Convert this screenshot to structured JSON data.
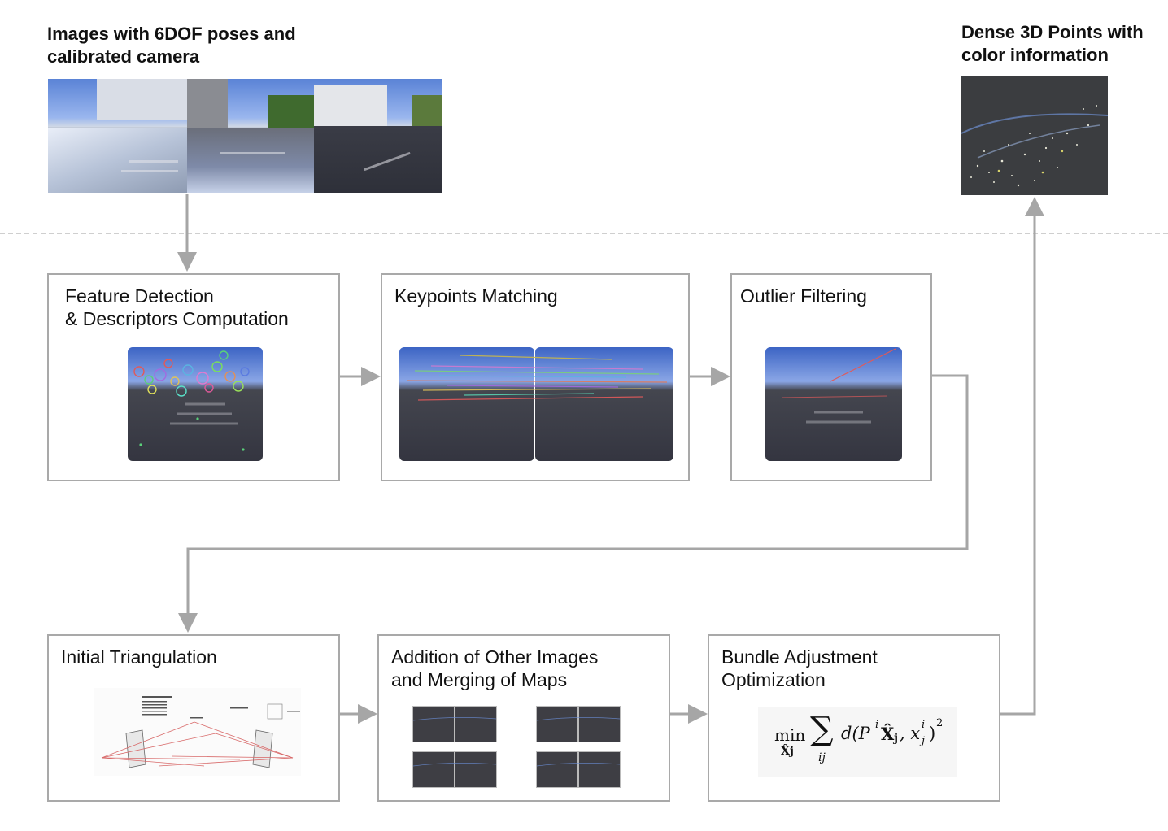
{
  "input": {
    "heading_line1": "Images with 6DOF poses and",
    "heading_line2": "calibrated camera"
  },
  "output": {
    "heading_line1": "Dense 3D Points with",
    "heading_line2": "color information"
  },
  "steps": {
    "feature_detection": {
      "line1": "Feature Detection",
      "line2": "& Descriptors Computation"
    },
    "keypoints_matching": {
      "line1": "Keypoints Matching"
    },
    "outlier_filtering": {
      "line1": "Outlier Filtering"
    },
    "initial_triangulation": {
      "line1": "Initial Triangulation"
    },
    "addition_merging": {
      "line1": "Addition of Other Images",
      "line2": "and Merging of Maps"
    },
    "bundle_adjustment": {
      "line1": "Bundle Adjustment",
      "line2": "Optimization"
    }
  },
  "formula": {
    "min": "min",
    "min_sub": "X̂j",
    "sum_sub": "ij",
    "body": "d(P",
    "sup_i": "i",
    "xhat": "X̂",
    "j": "j",
    "rest": ", x",
    "xj_sup": "i",
    "xj_sub": "j",
    "close": ")",
    "square": "2"
  },
  "colors": {
    "arrow": "#a6a6a6",
    "box_border": "#a9a9a9",
    "divider": "#cfcfcf"
  }
}
